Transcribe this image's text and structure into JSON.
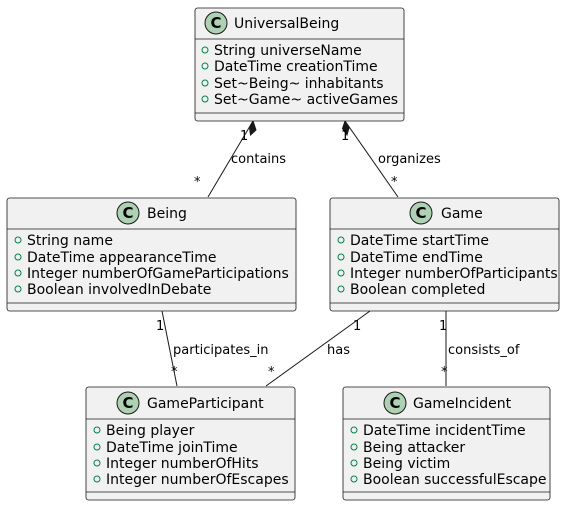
{
  "classes": {
    "universal": {
      "name": "UniversalBeing",
      "stereotype": "C",
      "attributes": [
        "String universeName",
        "DateTime creationTime",
        "Set~Being~ inhabitants",
        "Set~Game~ activeGames"
      ]
    },
    "being": {
      "name": "Being",
      "stereotype": "C",
      "attributes": [
        "String name",
        "DateTime appearanceTime",
        "Integer numberOfGameParticipations",
        "Boolean involvedInDebate"
      ]
    },
    "game": {
      "name": "Game",
      "stereotype": "C",
      "attributes": [
        "DateTime startTime",
        "DateTime endTime",
        "Integer numberOfParticipants",
        "Boolean completed"
      ]
    },
    "participant": {
      "name": "GameParticipant",
      "stereotype": "C",
      "attributes": [
        "Being player",
        "DateTime joinTime",
        "Integer numberOfHits",
        "Integer numberOfEscapes"
      ]
    },
    "incident": {
      "name": "GameIncident",
      "stereotype": "C",
      "attributes": [
        "DateTime incidentTime",
        "Being attacker",
        "Being victim",
        "Boolean successfulEscape"
      ]
    }
  },
  "relations": {
    "contains": {
      "label": "contains",
      "from_mult": "1",
      "to_mult": "*"
    },
    "organizes": {
      "label": "organizes",
      "from_mult": "1",
      "to_mult": "*"
    },
    "participates_in": {
      "label": "participates_in",
      "from_mult": "1",
      "to_mult": "*"
    },
    "has": {
      "label": "has",
      "from_mult": "1",
      "to_mult": "*"
    },
    "consists_of": {
      "label": "consists_of",
      "from_mult": "1",
      "to_mult": "*"
    }
  }
}
